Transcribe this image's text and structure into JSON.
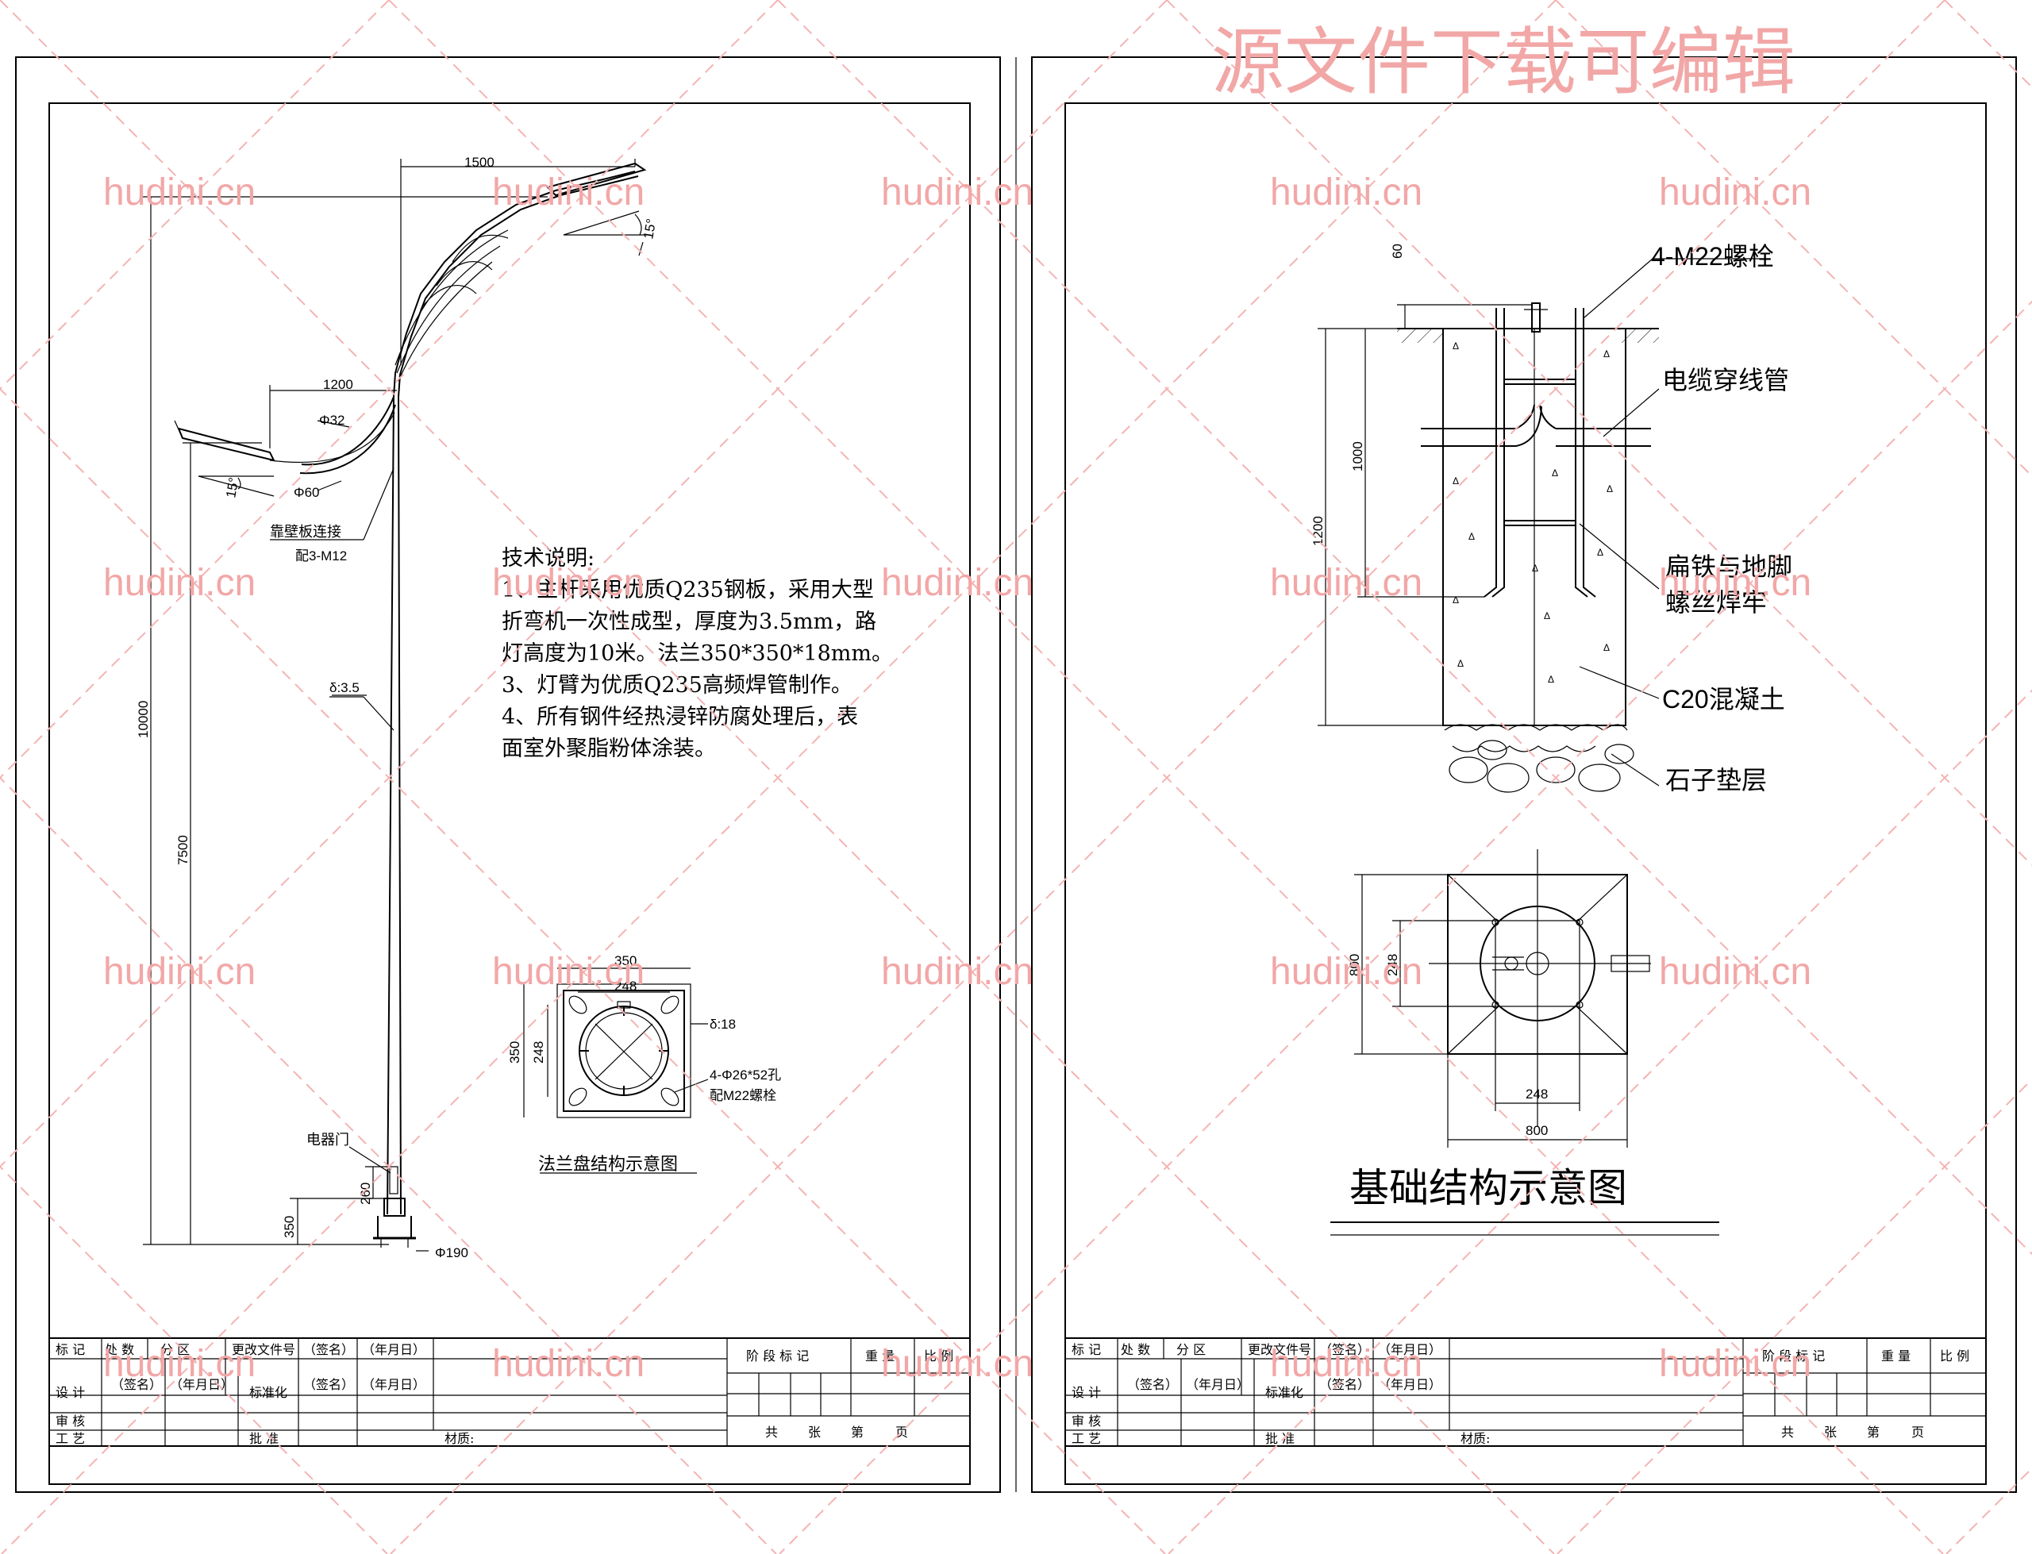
{
  "watermark": {
    "top": "源文件下载可编辑",
    "site": "hudini.cn",
    "color": "#f2a7a7"
  },
  "pole": {
    "dims": {
      "arm_upper": "1500",
      "arm_lower": "1200",
      "angle_upper": "15°",
      "angle_lower": "15°",
      "pipe_small": "Φ32",
      "pipe_large": "Φ60",
      "connect_1": "靠壁板连接",
      "connect_2": "配3-M12",
      "thickness": "δ:3.5",
      "height_total": "10000",
      "height_lower": "7500",
      "door": "电器门",
      "door_height": "260",
      "base_height": "350",
      "base_dia": "Φ190"
    },
    "tech_notes": {
      "title": "技术说明:",
      "lines": [
        "1、主杆采用优质Q235钢板，采用大型",
        "折弯机一次性成型，厚度为3.5mm，路",
        "灯高度为10米。法兰350*350*18mm。",
        "3、灯臂为优质Q235高频焊管制作。",
        "4、所有钢件经热浸锌防腐处理后，表",
        "面室外聚脂粉体涂装。"
      ]
    },
    "flange": {
      "outer": "350",
      "inner": "248",
      "side_outer": "350",
      "side_inner": "248",
      "thickness": "δ:18",
      "holes": "4-Φ26*52孔",
      "bolts": "配M22螺栓",
      "caption": "法兰盘结构示意图"
    }
  },
  "foundation": {
    "dims": {
      "top": "60",
      "embed": "1000",
      "depth": "1200",
      "plan_outer": "800",
      "plan_inner": "248",
      "plan_bottom_inner": "248",
      "plan_bottom_outer": "800"
    },
    "labels": {
      "bolts": "4-M22螺栓",
      "conduit": "电缆穿线管",
      "weld_1": "扁铁与地脚",
      "weld_2": "螺丝焊牢",
      "concrete": "C20混凝土",
      "gravel": "石子垫层"
    },
    "caption": "基础结构示意图"
  },
  "title_block": {
    "row1": [
      "标 记",
      "处 数",
      "分 区",
      "更改文件号",
      "（签名）",
      "（年月日）"
    ],
    "row2": [
      "设 计",
      "（签名）",
      "（年月日）",
      "标准化",
      "（签名）",
      "（年月日）"
    ],
    "row3": [
      "审 核"
    ],
    "row4": [
      "工 艺",
      "批 准"
    ],
    "right_header": [
      "阶 段 标 记",
      "重 量",
      "比 例"
    ],
    "material": "材质:",
    "pages": [
      "共",
      "张",
      "第",
      "页"
    ]
  }
}
